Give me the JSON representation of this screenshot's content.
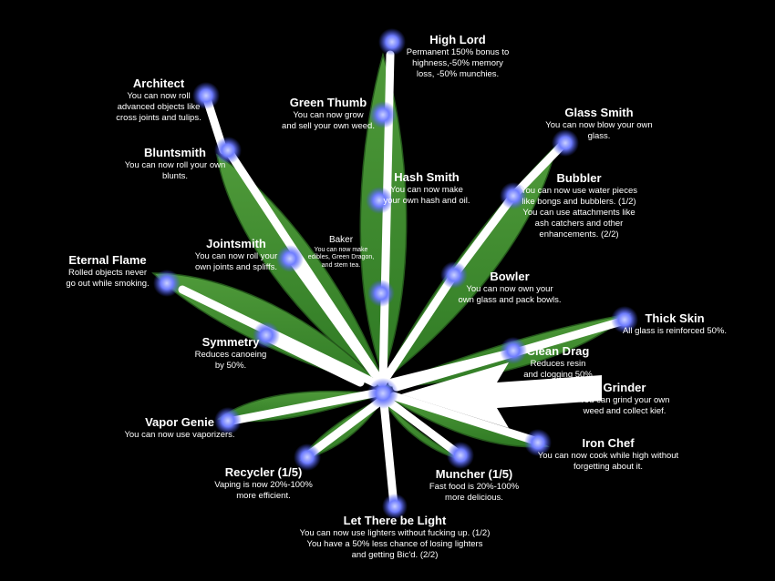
{
  "colors": {
    "background": "#000000",
    "leaf": "#3c8a2e",
    "leaf_edge": "#2a6a20",
    "path": "#ffffff",
    "node": "#6f7dff",
    "node_glow": "#3f4fe8",
    "text": "#ffffff"
  },
  "skills": [
    {
      "id": "high-lord",
      "title": "High Lord",
      "desc": "Permanent 150% bonus to\nhighness,-50% memory\nloss, -50% munchies."
    },
    {
      "id": "architect",
      "title": "Architect",
      "desc": "You can now roll\nadvanced objects like\ncross joints and tulips."
    },
    {
      "id": "green-thumb",
      "title": "Green Thumb",
      "desc": "You can now grow\nand sell your own weed."
    },
    {
      "id": "glass-smith",
      "title": "Glass Smith",
      "desc": "You can now blow your own\nglass."
    },
    {
      "id": "bluntsmith",
      "title": "Bluntsmith",
      "desc": "You can now roll your own\nblunts."
    },
    {
      "id": "hash-smith",
      "title": "Hash Smith",
      "desc": "You can now make\nyour own hash and oil."
    },
    {
      "id": "bubbler",
      "title": "Bubbler",
      "desc": "You can now use water pieces\nlike bongs and bubblers. (1/2)\nYou can use attachments like\nash catchers and other\nenhancements. (2/2)"
    },
    {
      "id": "baker",
      "title": "Baker",
      "desc": "You can now make\nedibles, Green Dragon,\nand stem tea."
    },
    {
      "id": "jointsmith",
      "title": "Jointsmith",
      "desc": "You can now roll your\nown joints and spliffs."
    },
    {
      "id": "eternal-flame",
      "title": "Eternal Flame",
      "desc": "Rolled objects never\ngo out while smoking."
    },
    {
      "id": "bowler",
      "title": "Bowler",
      "desc": "You can now own your\nown glass and pack bowls."
    },
    {
      "id": "thick-skin",
      "title": "Thick Skin",
      "desc": "All glass is reinforced 50%."
    },
    {
      "id": "symmetry",
      "title": "Symmetry",
      "desc": "Reduces canoeing\nby 50%."
    },
    {
      "id": "clean-drag",
      "title": "Clean Drag",
      "desc": "Reduces resin\nand clogging 50%"
    },
    {
      "id": "grinder",
      "title": "Grinder",
      "desc": "You can grind your own\nweed and collect kief."
    },
    {
      "id": "vapor-genie",
      "title": "Vapor Genie",
      "desc": "You can now use vaporizers."
    },
    {
      "id": "iron-chef",
      "title": "Iron Chef",
      "desc": "You can now cook while high without\nforgetting about it."
    },
    {
      "id": "recycler",
      "title": "Recycler (1/5)",
      "desc": "Vaping is now 20%-100%\nmore efficient."
    },
    {
      "id": "muncher",
      "title": "Muncher (1/5)",
      "desc": "Fast food is 20%-100%\nmore delicious."
    },
    {
      "id": "let-there-be-light",
      "title": "Let There be Light",
      "desc": "You can now use lighters without fucking up. (1/2)\nYou have a 50% less chance of losing lighters\nand getting Bic'd. (2/2)"
    }
  ]
}
